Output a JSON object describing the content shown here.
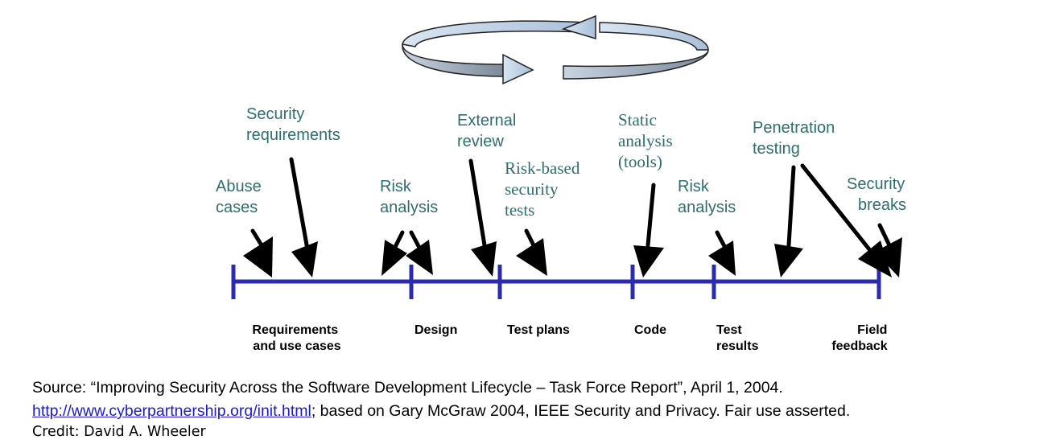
{
  "activities": {
    "security_requirements": [
      "Security",
      "requirements"
    ],
    "abuse_cases": [
      "Abuse",
      "cases"
    ],
    "risk_analysis_design": [
      "Risk",
      "analysis"
    ],
    "external_review": [
      "External",
      "review"
    ],
    "risk_based_tests": [
      "Risk-based",
      "security",
      "tests"
    ],
    "static_analysis": [
      "Static",
      "analysis",
      "(tools)"
    ],
    "risk_analysis_test": [
      "Risk",
      "analysis"
    ],
    "penetration_testing": [
      "Penetration",
      "testing"
    ],
    "security_breaks": [
      "Security",
      "breaks"
    ]
  },
  "phases": {
    "requirements": [
      "Requirements",
      "and use cases"
    ],
    "design": [
      "Design"
    ],
    "test_plans": [
      "Test plans"
    ],
    "code": [
      "Code"
    ],
    "test_results": [
      "Test",
      "results"
    ],
    "field_feedback": [
      "Field",
      "feedback"
    ]
  },
  "source": {
    "prefix": "Source: “Improving Security Across the Software Development Lifecycle – Task Force Report”, April 1, 2004.",
    "link_text": "http://www.cyberpartnership.org/init.html",
    "suffix": "; based on Gary McGraw 2004, IEEE Security and Privacy. Fair use asserted."
  },
  "credit": "Credit: David A. Wheeler",
  "colors": {
    "activity_text": "#2f6e6e",
    "timeline": "#2b2bb0",
    "cycle_arrow_light": "#b4c9e2",
    "cycle_arrow_dark": "#8d9aaa",
    "link": "#1a1ad6"
  }
}
